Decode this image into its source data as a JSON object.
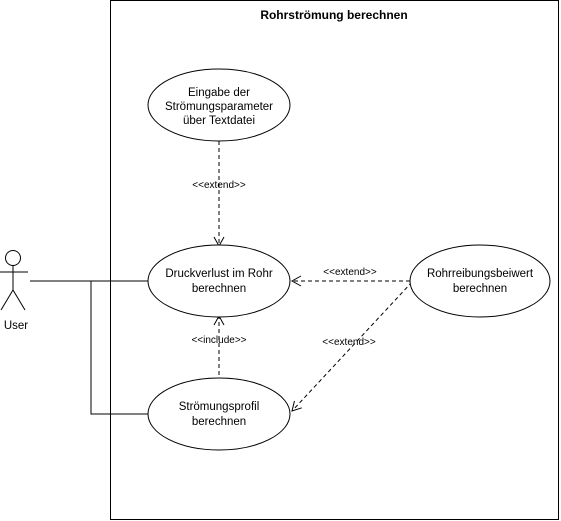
{
  "system": {
    "title": "Rohrströmung berechnen"
  },
  "actor": {
    "label": "User"
  },
  "use_cases": {
    "eingabe": [
      "Eingabe der",
      "Strömungsparameter",
      "über Textdatei"
    ],
    "druckverlust": [
      "Druckverlust im Rohr",
      "berechnen"
    ],
    "stroemungsprofil": [
      "Strömungsprofil",
      "berechnen"
    ],
    "rohrreibung": [
      "Rohrreibungsbeiwert",
      "berechnen"
    ]
  },
  "relations": {
    "extend_eingabe": "<<extend>>",
    "extend_rohrreibung_druck": "<<extend>>",
    "extend_rohrreibung_profil": "<<extend>>",
    "include_profil": "<<include>>"
  },
  "colors": {
    "stroke": "#000000",
    "background": "#ffffff"
  }
}
